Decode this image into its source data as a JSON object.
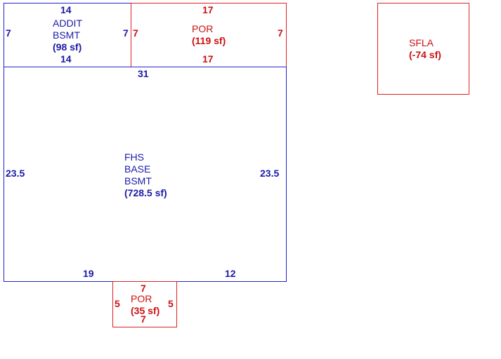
{
  "colors": {
    "blue": "#2222cc",
    "red": "#dd2222"
  },
  "addit_bsmt": {
    "name": "ADDIT",
    "sub": "BSMT",
    "area": "(98 sf)",
    "top": "14",
    "bottom": "14",
    "left": "7",
    "right": "7"
  },
  "por_top": {
    "name": "POR",
    "area": "(119 sf)",
    "top": "17",
    "bottom": "17",
    "left": "7",
    "right": "7"
  },
  "sfla": {
    "name": "SFLA",
    "area": "(-74 sf)"
  },
  "fhs_base": {
    "line1": "FHS",
    "line2": "BASE",
    "line3": "BSMT",
    "area": "(728.5 sf)",
    "top": "31",
    "left": "23.5",
    "right": "23.5",
    "bottom_a": "19",
    "bottom_b": "12"
  },
  "por_bottom": {
    "name": "POR",
    "area": "(35 sf)",
    "top": "7",
    "bottom": "7",
    "left": "5",
    "right": "5"
  }
}
